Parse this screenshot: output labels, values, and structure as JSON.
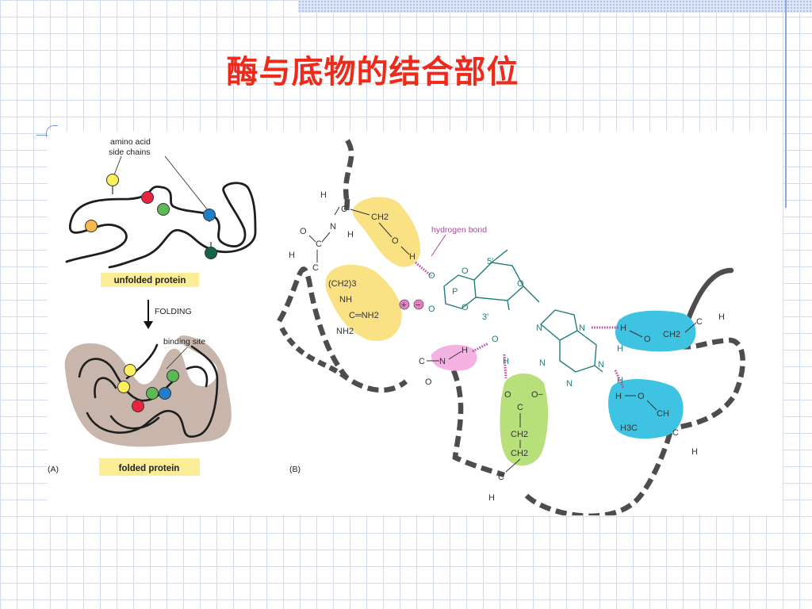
{
  "slide": {
    "title": "酶与底物的结合部位"
  },
  "panel_a": {
    "label": "(A)",
    "side_chains_label_1": "amino acid",
    "side_chains_label_2": "side chains",
    "unfolded_label": "unfolded protein",
    "folding_label": "FOLDING",
    "binding_site_label": "binding site",
    "folded_label": "folded protein"
  },
  "panel_b": {
    "label": "(B)",
    "hydrogen_bond_label": "hydrogen bond",
    "atoms": {
      "h": "H",
      "c": "C",
      "n": "N",
      "o": "O",
      "p": "P",
      "ch2": "CH2",
      "ch2_sub": "2",
      "ch": "CH",
      "ch2_chain": "(CH2)3",
      "nh": "NH",
      "c_eq_nh2": "C═NH2",
      "nh2": "NH2",
      "h3c": "H3C",
      "five_prime": "5′",
      "three_prime": "3′",
      "plus": "+",
      "minus": "−",
      "o_minus": "O−"
    }
  },
  "colors": {
    "title": "#ee2a1b",
    "yellow": "#f9e184",
    "pink": "#f4b2e2",
    "green": "#b8e07a",
    "cyan": "#3fc3e3",
    "hbond": "#c14ba0",
    "tan": "#c8b6ad",
    "label_bg": "#fbee96",
    "nucleotide": "#1f7d7c"
  }
}
